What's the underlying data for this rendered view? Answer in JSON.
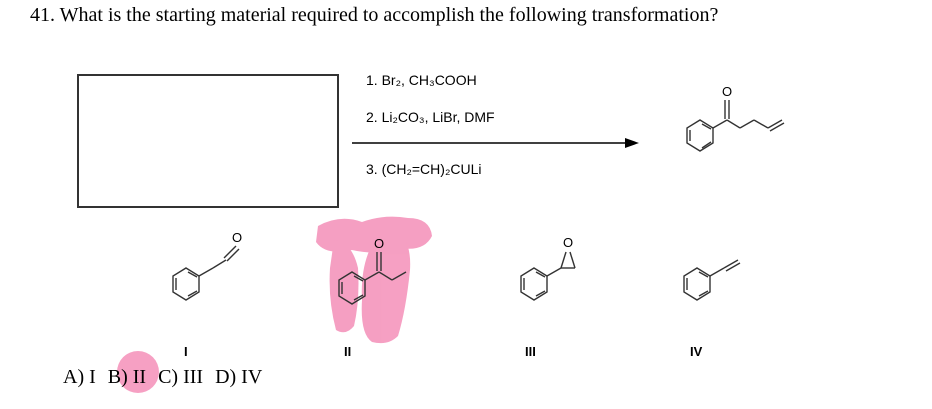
{
  "question": {
    "text": "41. What is the starting material required to accomplish the following transformation?"
  },
  "reagents": {
    "step1": "1. Br₂, CH₃COOH",
    "step2": "2. Li₂CO₃, LiBr, DMF",
    "step3": "3. (CH₂=CH)₂CULi"
  },
  "atoms": {
    "oxygen": "O"
  },
  "options": {
    "labels": [
      "I",
      "II",
      "III",
      "IV"
    ]
  },
  "answers": {
    "a": "A) I",
    "b": "B) II",
    "c": "C) III",
    "d": "D) IV"
  },
  "colors": {
    "highlight": "#f48fb8"
  }
}
